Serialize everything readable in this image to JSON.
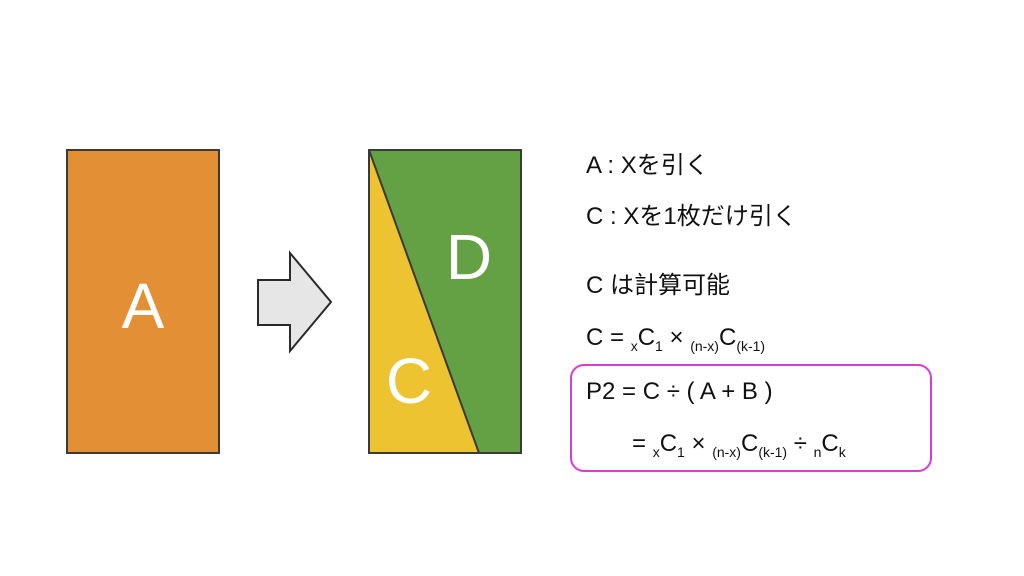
{
  "shapes": {
    "rect_a_label": "A",
    "region_c_label": "C",
    "region_d_label": "D"
  },
  "colors": {
    "rect_a": "#e38f36",
    "region_c": "#eec331",
    "region_d": "#64a145",
    "arrow_fill": "#e6e6e6",
    "outline": "#3a3a3a",
    "box_border": "#d63cd6"
  },
  "arrow_icon": "arrow-right-icon",
  "notes": {
    "line1": "A : Xを引く",
    "line2": "C : Xを1枚だけ引く",
    "line3": "C は計算可能"
  },
  "formula_c": {
    "lhs": "C = ",
    "s1": "x",
    "t1": "C",
    "s2": "1",
    "t2": " × ",
    "s3": "(n-x)",
    "t3": "C",
    "s4": "(k-1)"
  },
  "formula_p2": {
    "line1": "P2 = C ÷ ( A + B )",
    "eq": "= ",
    "s1": "x",
    "t1": "C",
    "s2": "1",
    "t2": " × ",
    "s3": "(n-x)",
    "t3": "C",
    "s4": "(k-1)",
    "t4": " ÷ ",
    "s5": "n",
    "t5": "C",
    "s6": "k"
  }
}
